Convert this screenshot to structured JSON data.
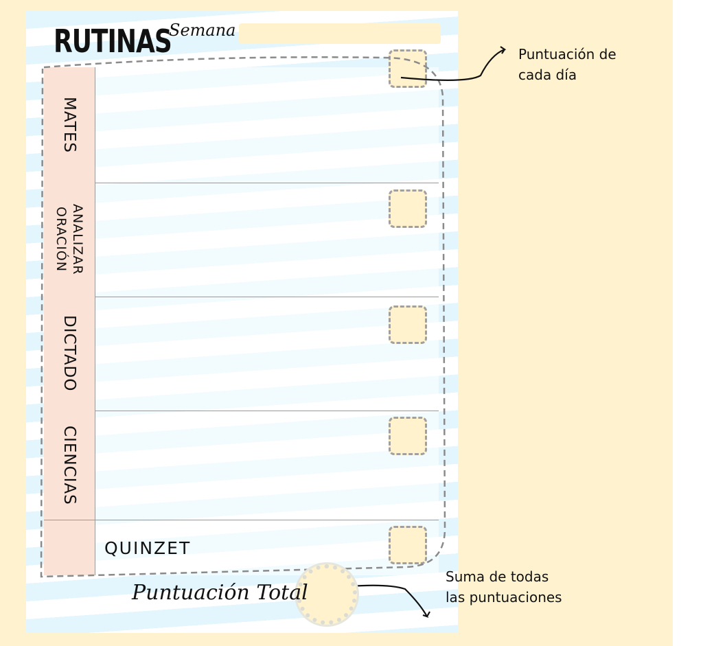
{
  "header": {
    "title": "RUTINAS",
    "week_label": "Semana",
    "week_value": ""
  },
  "rows": [
    {
      "label": "MATES"
    },
    {
      "label_line1": "ANALIZAR",
      "label_line2": "ORACIÓN"
    },
    {
      "label": "DICTADO"
    },
    {
      "label": "CIENCIAS"
    },
    {
      "label": "",
      "text": "QUINZET"
    }
  ],
  "footer": {
    "total_label": "Puntuación Total"
  },
  "annotations": {
    "daily_line1": "Puntuación de",
    "daily_line2": "cada día",
    "total_line1": "Suma de todas",
    "total_line2": "las puntuaciones"
  },
  "colors": {
    "background": "#fff2cf",
    "label_fill": "#fbe2d6",
    "box_fill": "#fff2cc",
    "stripe": "#e3f6fd"
  }
}
